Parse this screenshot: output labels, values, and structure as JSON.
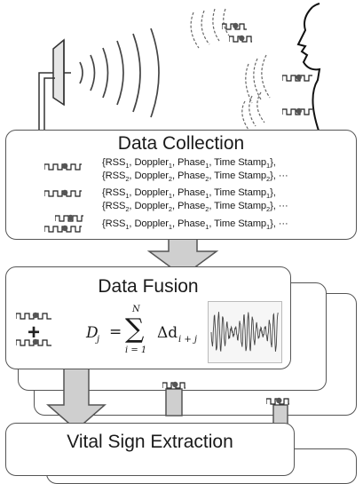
{
  "colors": {
    "line": "#555555",
    "arrow_fill": "#cfcfcf",
    "ink": "#1a1a1a"
  },
  "icons": [
    "antenna-icon",
    "radio-wave-icon",
    "human-profile-icon",
    "rfid-tag-icon",
    "downward-arrow-icon",
    "breathing-waveform-icon"
  ],
  "stages": {
    "collection": {
      "title": "Data Collection",
      "rows": [
        {
          "line1": {
            "a": "{RSS",
            "s1": "1",
            "b": ", Doppler",
            "s2": "1",
            "c": ", Phase",
            "s3": "1",
            "d": ", Time Stamp",
            "s4": "1",
            "e": "},"
          },
          "line2": {
            "a": "{RSS",
            "s1": "2",
            "b": ", Doppler",
            "s2": "2",
            "c": ", Phase",
            "s3": "2",
            "d": ", Time Stamp",
            "s4": "2",
            "e": "}, ···"
          }
        },
        {
          "line1": {
            "a": "{RSS",
            "s1": "1",
            "b": ", Doppler",
            "s2": "1",
            "c": ", Phase",
            "s3": "1",
            "d": ", Time Stamp",
            "s4": "1",
            "e": "},"
          },
          "line2": {
            "a": "{RSS",
            "s1": "2",
            "b": ", Doppler",
            "s2": "2",
            "c": ", Phase",
            "s3": "2",
            "d": ", Time Stamp",
            "s4": "2",
            "e": "}, ···"
          }
        },
        {
          "line1": {
            "a": "{RSS",
            "s1": "1",
            "b": ", Doppler",
            "s2": "1",
            "c": ", Phase",
            "s3": "1",
            "d": ", Time Stamp",
            "s4": "1",
            "e": "}, ···"
          }
        }
      ]
    },
    "fusion": {
      "title": "Data Fusion",
      "formula": {
        "lhs": "D",
        "lhs_sub": "j",
        "eq": "=",
        "sum": "∑",
        "sum_top": "N",
        "sum_bottom": "i = 1",
        "term": "Δd",
        "term_sub": "i + j"
      },
      "plus": "+"
    },
    "extraction": {
      "title": "Vital Sign Extraction"
    }
  }
}
